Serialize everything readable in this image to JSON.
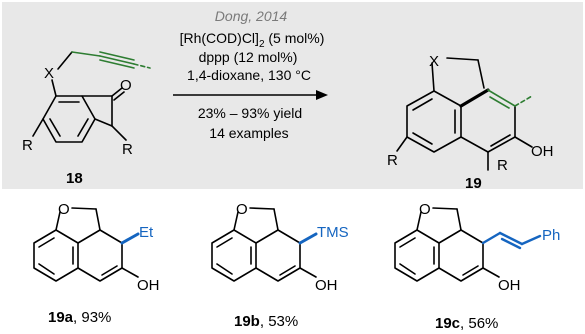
{
  "reaction": {
    "citation": "Dong, 2014",
    "conditions": [
      "[Rh(COD)Cl]",
      "dppp (12 mol%)",
      "1,4-dioxane, 130 °C"
    ],
    "catalyst_subscript": "2",
    "catalyst_suffix": " (5 mol%)",
    "results": [
      "23% – 93% yield",
      "14 examples"
    ],
    "reactant": {
      "label": "18",
      "heteroatom": "X",
      "oxygen": "O",
      "r_groups": [
        "R",
        "R"
      ]
    },
    "product": {
      "label": "19",
      "heteroatom": "X",
      "hydroxyl": "OH",
      "r_groups": [
        "R",
        "R"
      ]
    }
  },
  "examples": [
    {
      "id": "19a",
      "yield": ", 93%",
      "substituent": "Et",
      "heteroatom": "O",
      "hydroxyl": "OH"
    },
    {
      "id": "19b",
      "yield": ", 53%",
      "substituent": "TMS",
      "heteroatom": "O",
      "hydroxyl": "OH"
    },
    {
      "id": "19c",
      "yield": ", 56%",
      "substituent": "Ph",
      "heteroatom": "O",
      "hydroxyl": "OH"
    }
  ],
  "colors": {
    "panel": "#e8e8e8",
    "highlight_green": "#2e7d32",
    "highlight_blue": "#1565c0",
    "citation_gray": "#7a7a7a"
  }
}
